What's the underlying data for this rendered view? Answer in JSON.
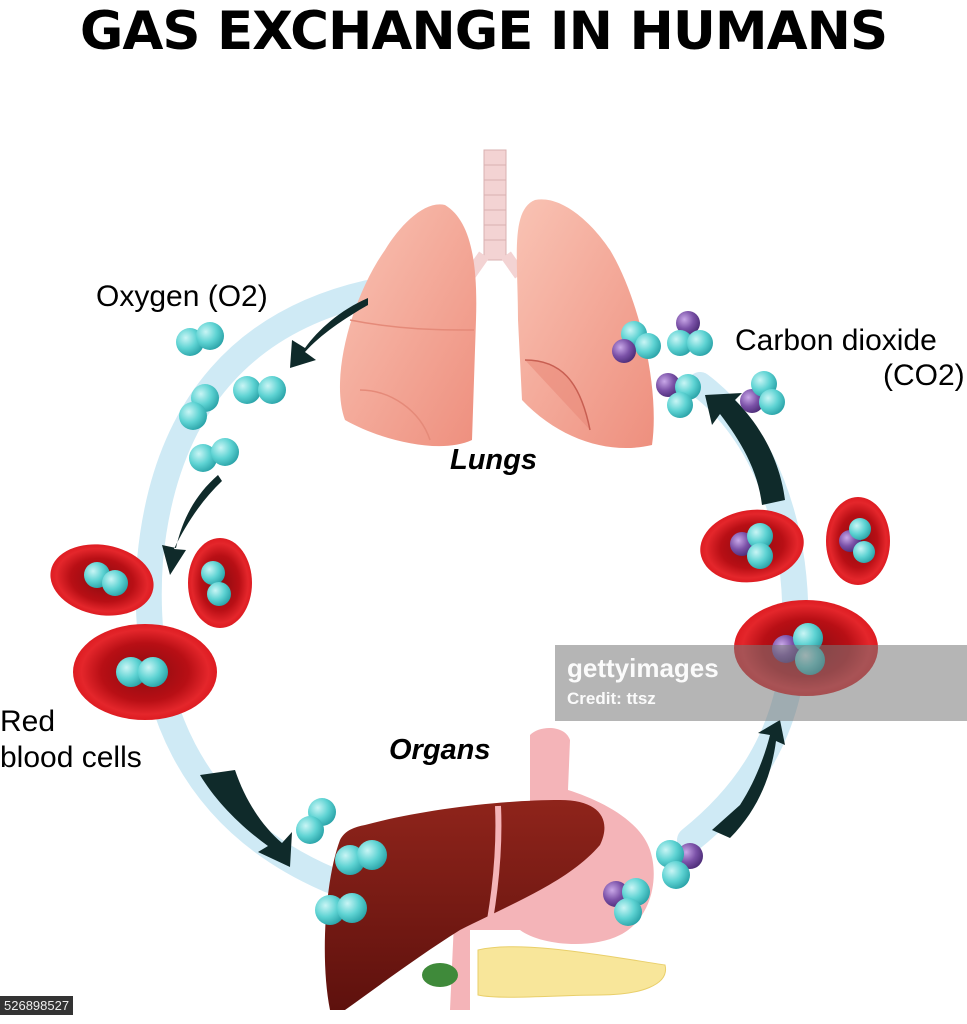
{
  "title": "GAS EXCHANGE IN HUMANS",
  "labels": {
    "oxygen": "Oxygen (O2)",
    "carbon_dioxide_line1": "Carbon dioxide",
    "carbon_dioxide_line2": "(CO2)",
    "red_blood_cells_line1": "Red",
    "red_blood_cells_line2": "blood cells",
    "lungs": "Lungs",
    "organs": "Organs"
  },
  "watermark": {
    "brand": "gettyimages",
    "credit": "Credit: ttsz"
  },
  "image_id": "526898527",
  "colors": {
    "oxygen_molecule": "#5ed3d3",
    "carbon_atom": "#7b52a8",
    "red_blood_cell": "#d9141a",
    "lung": "#f3a696",
    "liver": "#7a1a14",
    "stomach": "#f4b4b8",
    "circulation": "#cfeaf5",
    "arrow": "#0f2a2a"
  }
}
